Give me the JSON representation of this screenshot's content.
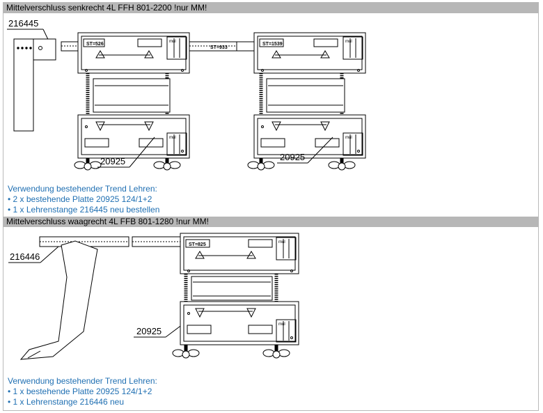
{
  "section1": {
    "header": "Mittelverschluss senkrecht 4L FFH 801-2200 !nur MM!",
    "part_labels": {
      "rod": "216445",
      "plate": "20925",
      "plate2": "20925"
    },
    "fixture_labels": {
      "st1": "ST=526",
      "st2": "ST=933",
      "st3": "ST=1539"
    },
    "brand_tag": "mul",
    "notes": [
      "Verwendung bestehender Trend Lehren:",
      "• 2 x bestehende Platte 20925 124/1+2",
      "• 1 x Lehrenstange 216445 neu bestellen"
    ]
  },
  "section2": {
    "header": "Mittelverschluss waagrecht 4L FFB 801-1280 !nur MM!",
    "part_labels": {
      "rod": "216446",
      "plate": "20925"
    },
    "fixture_labels": {
      "st1": "ST=825"
    },
    "brand_tag": "mul",
    "notes": [
      "Verwendung bestehender Trend Lehren:",
      "• 1 x bestehende Platte 20925 124/1+2",
      "• 1 x Lehrenstange 216446 neu"
    ]
  },
  "colors": {
    "header_bg": "#b7b7b7",
    "note_text": "#1f6fb2",
    "frame": "#b9b9b9"
  }
}
